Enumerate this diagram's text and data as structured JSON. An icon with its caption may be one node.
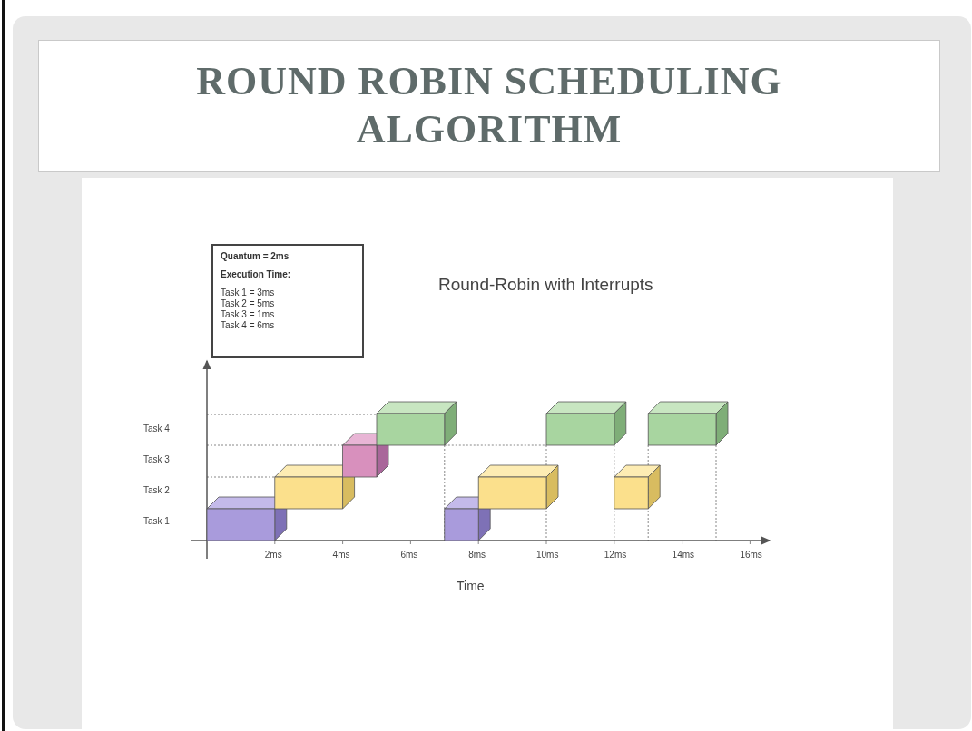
{
  "diagram": {
    "title": "ROUND ROBIN SCHEDULING ALGORITHM",
    "nodes": [
      {
        "text": [
          "Quantum = 2ms",
          "Execution Time:",
          "Task 1 = 3ms",
          "Task 2 = 5ms",
          "Task 3 = 1ms",
          "Task 4 = 6ms"
        ]
      }
    ],
    "labels": [
      "Round-Robin with Interrupts",
      "Task 4",
      "Task 3",
      "Task 2",
      "Task 1",
      "2ms",
      "4ms",
      "6ms",
      "8ms",
      "10ms",
      "12ms",
      "14ms",
      "16ms",
      "Time"
    ]
  }
}
